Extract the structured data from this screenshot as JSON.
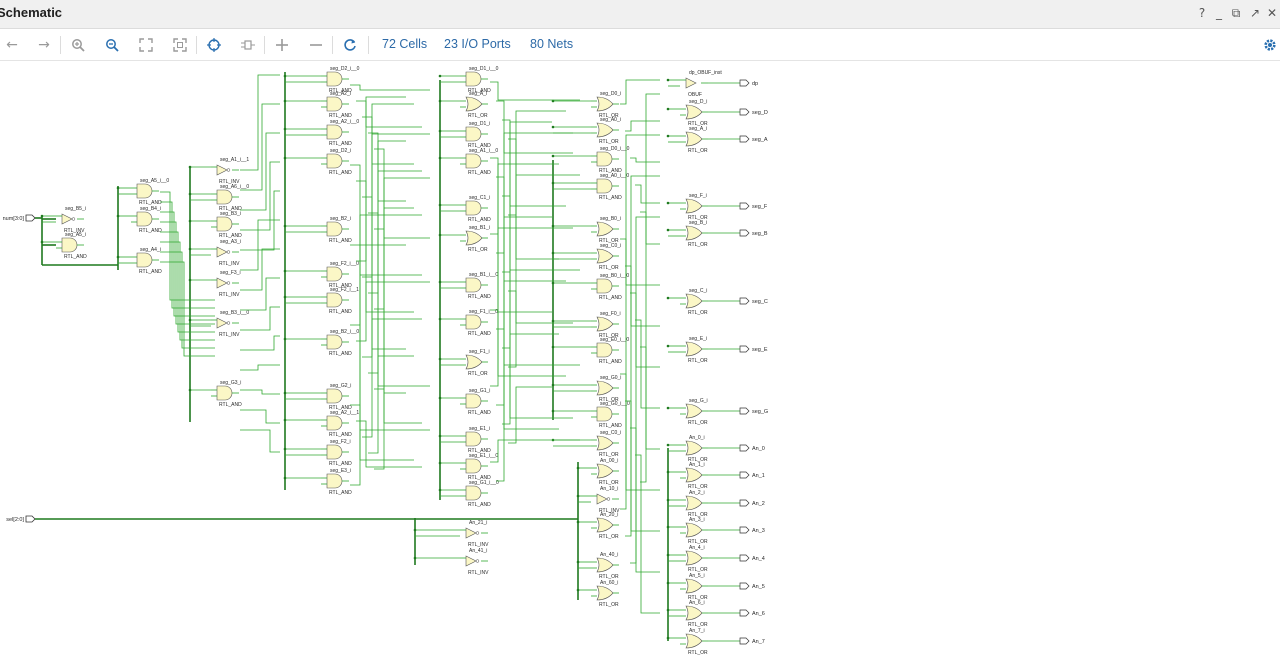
{
  "window": {
    "title": "Schematic",
    "controls": [
      "?",
      "_",
      "restore",
      "float",
      "close"
    ]
  },
  "toolbar": {
    "buttons": [
      "back-icon",
      "forward-icon",
      "zoom-in-icon",
      "zoom-out-icon",
      "zoom-fit-icon",
      "zoom-area-icon",
      "select-icon",
      "route-icon",
      "expand-icon",
      "collapse-icon",
      "refresh-icon"
    ],
    "cells": "72 Cells",
    "io_ports": "23 I/O Ports",
    "nets": "80 Nets",
    "settings": "gear-icon"
  },
  "schematic": {
    "input_ports": [
      "num[3:0]",
      "sel[2:0]"
    ],
    "output_ports": [
      "dp",
      "seg_D",
      "seg_A",
      "seg_F",
      "seg_B",
      "seg_C",
      "seg_E",
      "seg_G",
      "An_0",
      "An_1",
      "An_2",
      "An_3",
      "An_4",
      "An_5",
      "An_6",
      "An_7"
    ],
    "cells": [
      {
        "name": "seg_B5_i",
        "type": "RTL_INV"
      },
      {
        "name": "seg_A5_i",
        "type": "RTL_AND"
      },
      {
        "name": "seg_A5_i__0",
        "type": "RTL_AND"
      },
      {
        "name": "seg_B4_i",
        "type": "RTL_AND"
      },
      {
        "name": "seg_A4_i",
        "type": "RTL_AND"
      },
      {
        "name": "seg_A1_i__1",
        "type": "RTL_INV"
      },
      {
        "name": "seg_A6_i__0",
        "type": "RTL_AND"
      },
      {
        "name": "seg_B3_i",
        "type": "RTL_AND"
      },
      {
        "name": "seg_A3_i",
        "type": "RTL_INV"
      },
      {
        "name": "seg_F3_i",
        "type": "RTL_INV"
      },
      {
        "name": "seg_B3_i__0",
        "type": "RTL_INV"
      },
      {
        "name": "seg_G3_i",
        "type": "RTL_AND"
      },
      {
        "name": "seg_D2_i__0",
        "type": "RTL_AND"
      },
      {
        "name": "seg_A2_i",
        "type": "RTL_AND"
      },
      {
        "name": "seg_A2_i__0",
        "type": "RTL_AND"
      },
      {
        "name": "seg_D2_i",
        "type": "RTL_AND"
      },
      {
        "name": "seg_B2_i",
        "type": "RTL_AND"
      },
      {
        "name": "seg_F2_i__0",
        "type": "RTL_AND"
      },
      {
        "name": "seg_F2_i__1",
        "type": "RTL_AND"
      },
      {
        "name": "seg_B2_i__0",
        "type": "RTL_AND"
      },
      {
        "name": "seg_G2_i",
        "type": "RTL_AND"
      },
      {
        "name": "seg_A2_i__1",
        "type": "RTL_AND"
      },
      {
        "name": "seg_F2_i",
        "type": "RTL_AND"
      },
      {
        "name": "seg_E3_i",
        "type": "RTL_AND"
      },
      {
        "name": "seg_D1_i__0",
        "type": "RTL_AND"
      },
      {
        "name": "seg_A_i",
        "type": "RTL_OR"
      },
      {
        "name": "seg_D1_i",
        "type": "RTL_AND"
      },
      {
        "name": "seg_A1_i__0",
        "type": "RTL_AND"
      },
      {
        "name": "seg_C1_i",
        "type": "RTL_AND"
      },
      {
        "name": "seg_B1_i",
        "type": "RTL_OR"
      },
      {
        "name": "seg_B1_i__0",
        "type": "RTL_AND"
      },
      {
        "name": "seg_F1_i__0",
        "type": "RTL_AND"
      },
      {
        "name": "seg_F1_i",
        "type": "RTL_OR"
      },
      {
        "name": "seg_G1_i",
        "type": "RTL_AND"
      },
      {
        "name": "seg_E1_i",
        "type": "RTL_AND"
      },
      {
        "name": "seg_E1_i__0",
        "type": "RTL_AND"
      },
      {
        "name": "seg_G1_i__0",
        "type": "RTL_AND"
      },
      {
        "name": "seg_D0_i",
        "type": "RTL_OR"
      },
      {
        "name": "seg_A0_i",
        "type": "RTL_OR"
      },
      {
        "name": "seg_D0_i__0",
        "type": "RTL_AND"
      },
      {
        "name": "seg_A0_i__0",
        "type": "RTL_AND"
      },
      {
        "name": "seg_B0_i",
        "type": "RTL_OR"
      },
      {
        "name": "seg_C0_i",
        "type": "RTL_OR"
      },
      {
        "name": "seg_B0_i__0",
        "type": "RTL_AND"
      },
      {
        "name": "seg_F0_i",
        "type": "RTL_OR"
      },
      {
        "name": "seg_E0_i__0",
        "type": "RTL_AND"
      },
      {
        "name": "seg_G0_i",
        "type": "RTL_OR"
      },
      {
        "name": "seg_G0_i__0",
        "type": "RTL_AND"
      },
      {
        "name": "seg_C0_i",
        "type": "RTL_OR"
      },
      {
        "name": "An_00_i",
        "type": "RTL_OR"
      },
      {
        "name": "An_10_i",
        "type": "RTL_INV"
      },
      {
        "name": "An_20_i",
        "type": "RTL_OR"
      },
      {
        "name": "An_21_i",
        "type": "RTL_INV"
      },
      {
        "name": "An_41_i",
        "type": "RTL_INV"
      },
      {
        "name": "An_40_i",
        "type": "RTL_OR"
      },
      {
        "name": "An_60_i",
        "type": "RTL_OR"
      },
      {
        "name": "dp_OBUF_inst",
        "type": "OBUF"
      },
      {
        "name": "seg_D_i",
        "type": "RTL_OR"
      },
      {
        "name": "seg_A_i",
        "type": "RTL_OR"
      },
      {
        "name": "seg_F_i",
        "type": "RTL_OR"
      },
      {
        "name": "seg_B_i",
        "type": "RTL_OR"
      },
      {
        "name": "seg_C_i",
        "type": "RTL_OR"
      },
      {
        "name": "seg_E_i",
        "type": "RTL_OR"
      },
      {
        "name": "seg_G_i",
        "type": "RTL_OR"
      },
      {
        "name": "An_0_i",
        "type": "RTL_OR"
      },
      {
        "name": "An_1_i",
        "type": "RTL_OR"
      },
      {
        "name": "An_2_i",
        "type": "RTL_OR"
      },
      {
        "name": "An_3_i",
        "type": "RTL_OR"
      },
      {
        "name": "An_4_i",
        "type": "RTL_OR"
      },
      {
        "name": "An_5_i",
        "type": "RTL_OR"
      },
      {
        "name": "An_6_i",
        "type": "RTL_OR"
      },
      {
        "name": "An_7_i",
        "type": "RTL_OR"
      }
    ]
  },
  "colors": {
    "wire": "#2fa82f",
    "bus": "#1f7a1f",
    "gate_fill": "#fbf7c6",
    "gate_stroke": "#555555",
    "link": "#2d6aa7"
  }
}
